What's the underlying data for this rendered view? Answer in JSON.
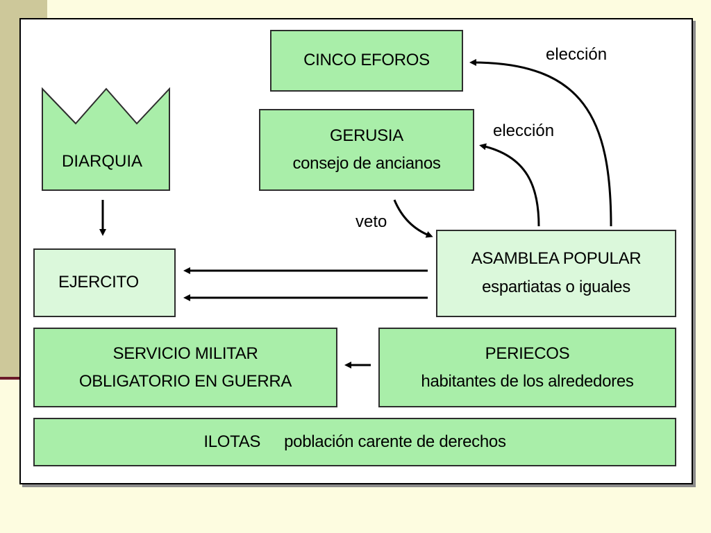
{
  "diagram": {
    "cinco_eforos": "CINCO EFOROS",
    "gerusia": {
      "line1": "GERUSIA",
      "line2": "consejo de ancianos"
    },
    "diarquia": "DIARQUIA",
    "ejercito": "EJERCITO",
    "asamblea": {
      "line1": "ASAMBLEA POPULAR",
      "line2": "espartiatas o iguales"
    },
    "servicio": {
      "line1": "SERVICIO MILITAR",
      "line2": "OBLIGATORIO EN GUERRA"
    },
    "periecos": {
      "line1": "PERIECOS",
      "line2": "habitantes de los alrededores"
    },
    "ilotas": {
      "name": "ILOTAS",
      "desc": "población carente de derechos"
    },
    "labels": {
      "eleccion_top": "elección",
      "eleccion_mid": "elección",
      "veto": "veto"
    }
  },
  "colors": {
    "background": "#fdfce0",
    "box_fill": "#a9eea9",
    "box_fill_light": "#dbf8db",
    "side_band": "#cdc89a"
  }
}
